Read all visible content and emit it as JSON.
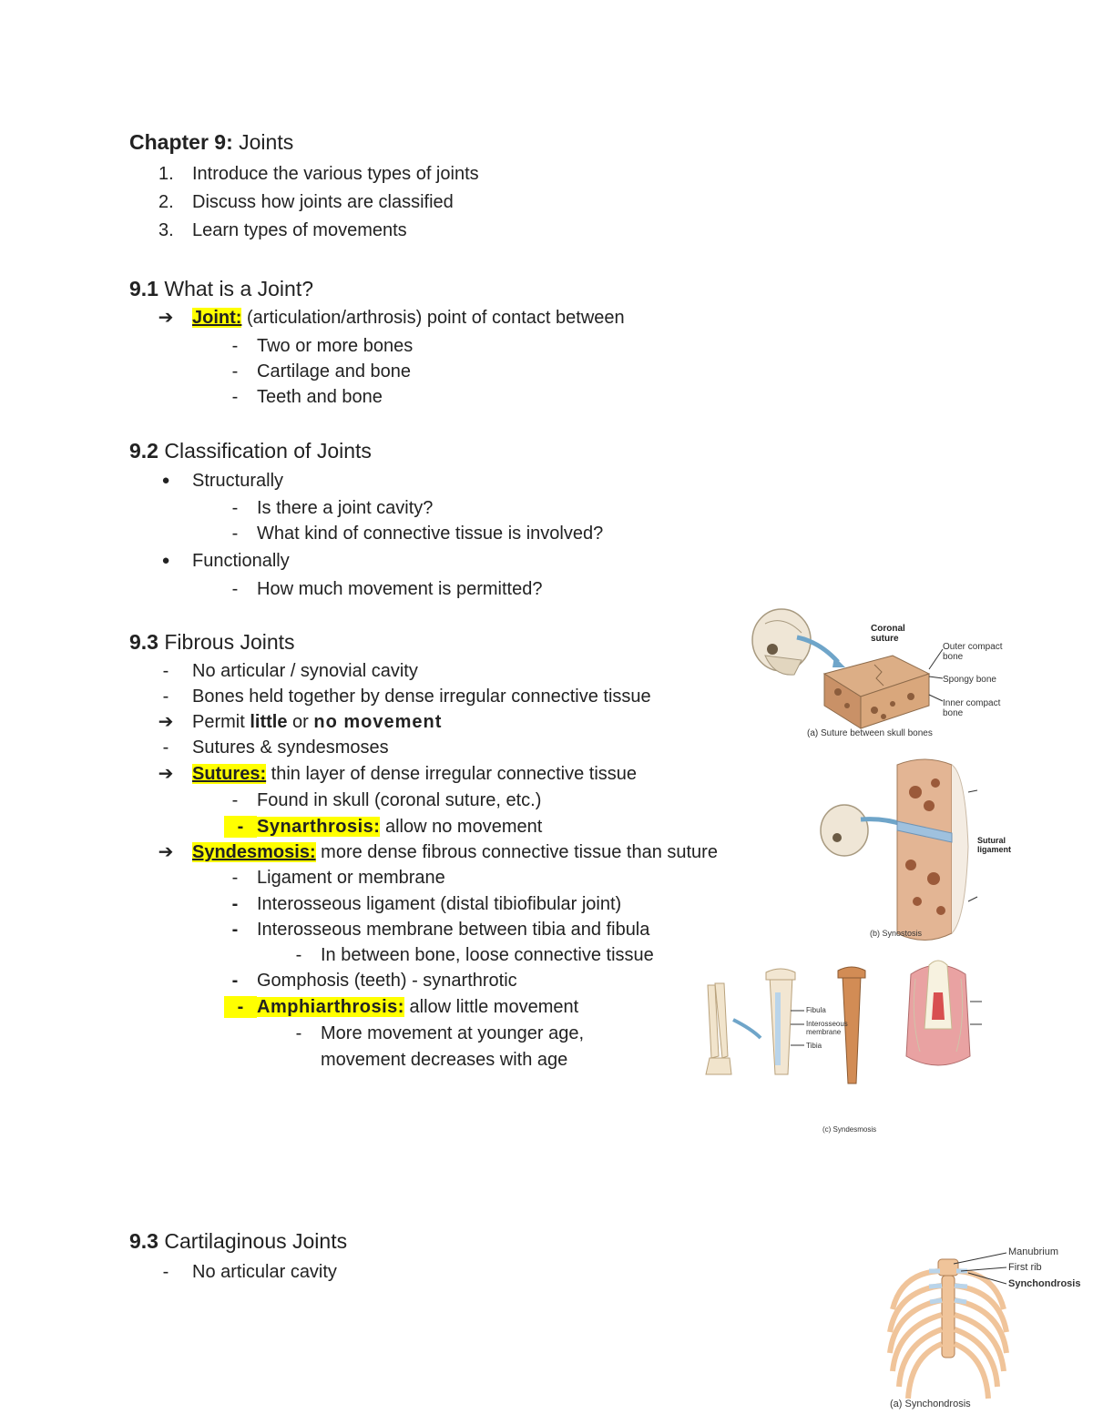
{
  "heading": {
    "bold": "Chapter 9:",
    "rest": " Joints"
  },
  "objectives": [
    {
      "num": "1.",
      "text": "Introduce the various types of joints"
    },
    {
      "num": "2.",
      "text": "Discuss how joints are classified"
    },
    {
      "num": "3.",
      "text": "Learn types of movements"
    }
  ],
  "s91": {
    "title_num": "9.1",
    "title_rest": " What is a Joint?",
    "joint_term": "Joint:",
    "joint_def": " (articulation/arthrosis) point of contact between",
    "items": [
      "Two or more bones",
      "Cartilage and bone",
      "Teeth and bone"
    ]
  },
  "s92": {
    "title_num": "9.2",
    "title_rest": " Classification of Joints",
    "structurally": "Structurally",
    "struct_items": [
      "Is there a joint cavity?",
      "What kind of connective tissue is involved?"
    ],
    "functionally": "Functionally",
    "func_items": [
      "How much movement is permitted?"
    ]
  },
  "s93": {
    "title_num": "9.3",
    "title_rest": " Fibrous Joints",
    "l1": "No articular / synovial cavity",
    "l2": "Bones held together by dense irregular connective tissue",
    "l3_a": "Permit ",
    "l3_b": "little",
    "l3_c": " or ",
    "l3_d": "no movement",
    "l4": "Sutures & syndesmoses",
    "sutures_term": "Sutures:",
    "sutures_def": " thin layer of dense irregular connective tissue",
    "sut_sub1": "Found in skull (coronal suture, etc.)",
    "synarth_term": "Synarthrosis:",
    "synarth_def": " allow no movement",
    "syndes_term": "Syndesmosis:",
    "syndes_def": " more dense fibrous connective tissue than suture",
    "syn_sub": [
      "Ligament or membrane",
      "Interosseous ligament (distal tibiofibular joint)",
      "Interosseous membrane between tibia and fibula"
    ],
    "syn_subsub": "In between bone, loose connective tissue",
    "gomph": "Gomphosis (teeth) - synarthrotic",
    "amphi_term": "Amphiarthrosis:",
    "amphi_def": " allow little movement",
    "amphi_sub1": "More movement at younger age,",
    "amphi_sub2": "movement decreases with age"
  },
  "s93c": {
    "title_num": "9.3",
    "title_rest": " Cartilaginous Joints",
    "l1": "No articular cavity"
  },
  "markers": {
    "arrow": "➔",
    "dash": "-",
    "bullet": "●"
  },
  "figures": {
    "suture": {
      "label_coronal": "Coronal suture",
      "label_outer": "Outer compact bone",
      "label_spongy": "Spongy bone",
      "label_inner": "Inner compact bone",
      "caption": "(a) Suture between skull bones"
    },
    "synostosis": {
      "label_ligament": "Sutural ligament",
      "caption": "(b) Synostosis"
    },
    "syndesmosis": {
      "label_fibula": "Fibula",
      "label_membrane": "Interosseous membrane",
      "label_tibia": "Tibia",
      "caption": "(c) Syndesmosis"
    },
    "synchondrosis": {
      "label_manubrium": "Manubrium",
      "label_first_rib": "First rib",
      "label_synchondrosis": "Synchondrosis",
      "caption": "(a) Synchondrosis"
    }
  },
  "colors": {
    "highlight": "#ffff00",
    "bone": "#e9c9a4",
    "cartilage": "#b9d4ea"
  }
}
